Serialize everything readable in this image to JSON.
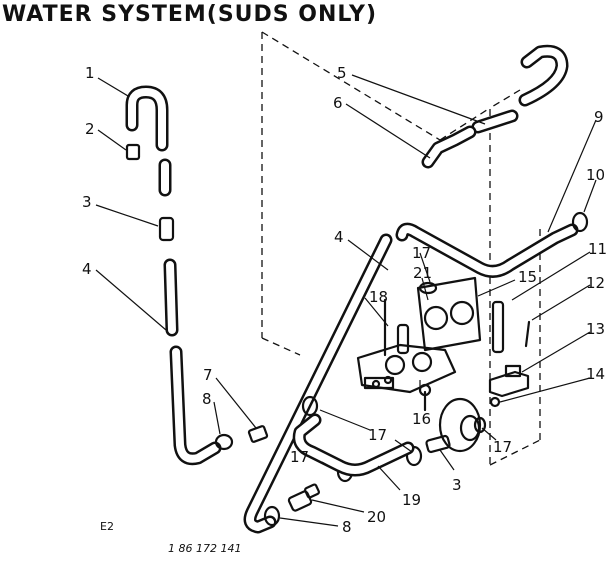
{
  "title": "WATER SYSTEM(SUDS ONLY)",
  "diagram_code": "E2",
  "handwritten_note": "1 86 172 141",
  "callouts": [
    {
      "id": "c1",
      "text": "1"
    },
    {
      "id": "c2",
      "text": "2"
    },
    {
      "id": "c3a",
      "text": "3"
    },
    {
      "id": "c4a",
      "text": "4"
    },
    {
      "id": "c4b",
      "text": "4"
    },
    {
      "id": "c5",
      "text": "5"
    },
    {
      "id": "c6",
      "text": "6"
    },
    {
      "id": "c7",
      "text": "7"
    },
    {
      "id": "c8a",
      "text": "8"
    },
    {
      "id": "c8b",
      "text": "8"
    },
    {
      "id": "c9",
      "text": "9"
    },
    {
      "id": "c10",
      "text": "10"
    },
    {
      "id": "c11",
      "text": "11"
    },
    {
      "id": "c12",
      "text": "12"
    },
    {
      "id": "c13",
      "text": "13"
    },
    {
      "id": "c14",
      "text": "14"
    },
    {
      "id": "c15",
      "text": "15"
    },
    {
      "id": "c16",
      "text": "16"
    },
    {
      "id": "c17a",
      "text": "17"
    },
    {
      "id": "c17b",
      "text": "17"
    },
    {
      "id": "c17c",
      "text": "17"
    },
    {
      "id": "c17d",
      "text": "17"
    },
    {
      "id": "c18",
      "text": "18"
    },
    {
      "id": "c19",
      "text": "19"
    },
    {
      "id": "c20",
      "text": "20"
    },
    {
      "id": "c21",
      "text": "21"
    },
    {
      "id": "c3b",
      "text": "3"
    }
  ]
}
